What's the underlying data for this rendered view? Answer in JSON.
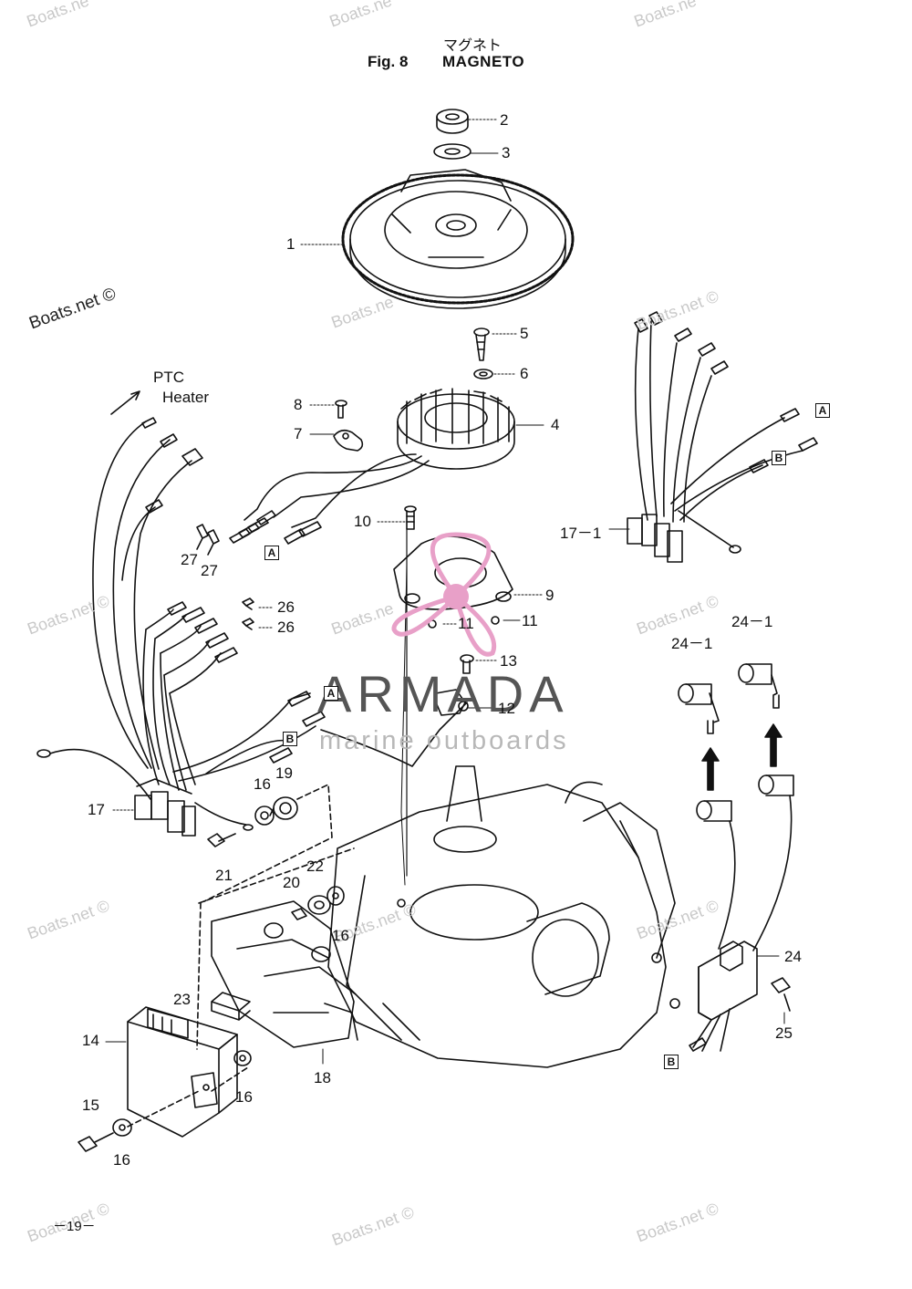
{
  "header": {
    "japanese_title": "マグネト",
    "figure_label": "Fig. 8",
    "title": "MAGNETO"
  },
  "watermarks": {
    "text": "Boats.net ©",
    "short_text": "Boats.ne"
  },
  "logo": {
    "brand": "ARMADA",
    "tagline": "marine outboards",
    "accent_color": "#e8a0c8"
  },
  "ptc": {
    "line1": "PTC",
    "line2": "Heater"
  },
  "connector_labels": {
    "a": "A",
    "b": "B"
  },
  "callouts": {
    "c1": "1",
    "c2": "2",
    "c3": "3",
    "c4": "4",
    "c5": "5",
    "c6": "6",
    "c7": "7",
    "c8": "8",
    "c9": "9",
    "c10": "10",
    "c11": "11",
    "c12": "12",
    "c13": "13",
    "c14": "14",
    "c15": "15",
    "c16": "16",
    "c17": "17",
    "c17_1": "17－1",
    "c18": "18",
    "c19": "19",
    "c20": "20",
    "c21": "21",
    "c22": "22",
    "c23": "23",
    "c24": "24",
    "c24_1": "24－1",
    "c25": "25",
    "c26": "26",
    "c27": "27"
  },
  "page_number": "－19－"
}
